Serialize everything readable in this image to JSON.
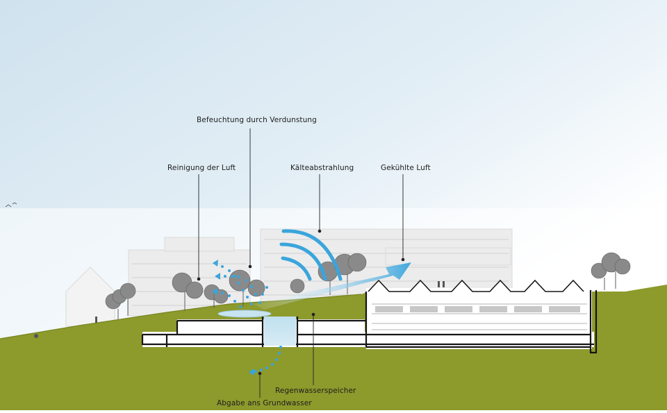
{
  "labels": {
    "humidification": "Befeuchtung durch Verdunstung",
    "air_cleaning": "Reinigung der Luft",
    "cold_radiation": "Kälteabstrahlung",
    "cooled_air": "Gekühlte Luft",
    "rainwater_storage": "Regenwasserspeicher",
    "groundwater_release": "Abgabe ans Grundwasser"
  },
  "colors": {
    "sky": "#dbe9f2",
    "grass": "#8d9a2c",
    "grass_dark": "#7b8a22",
    "water_arrow": "#3aa5dc",
    "building_line": "#151515",
    "background_building": "#e6e6e6",
    "tree": "#8a8a8a",
    "leader": "#222222"
  }
}
